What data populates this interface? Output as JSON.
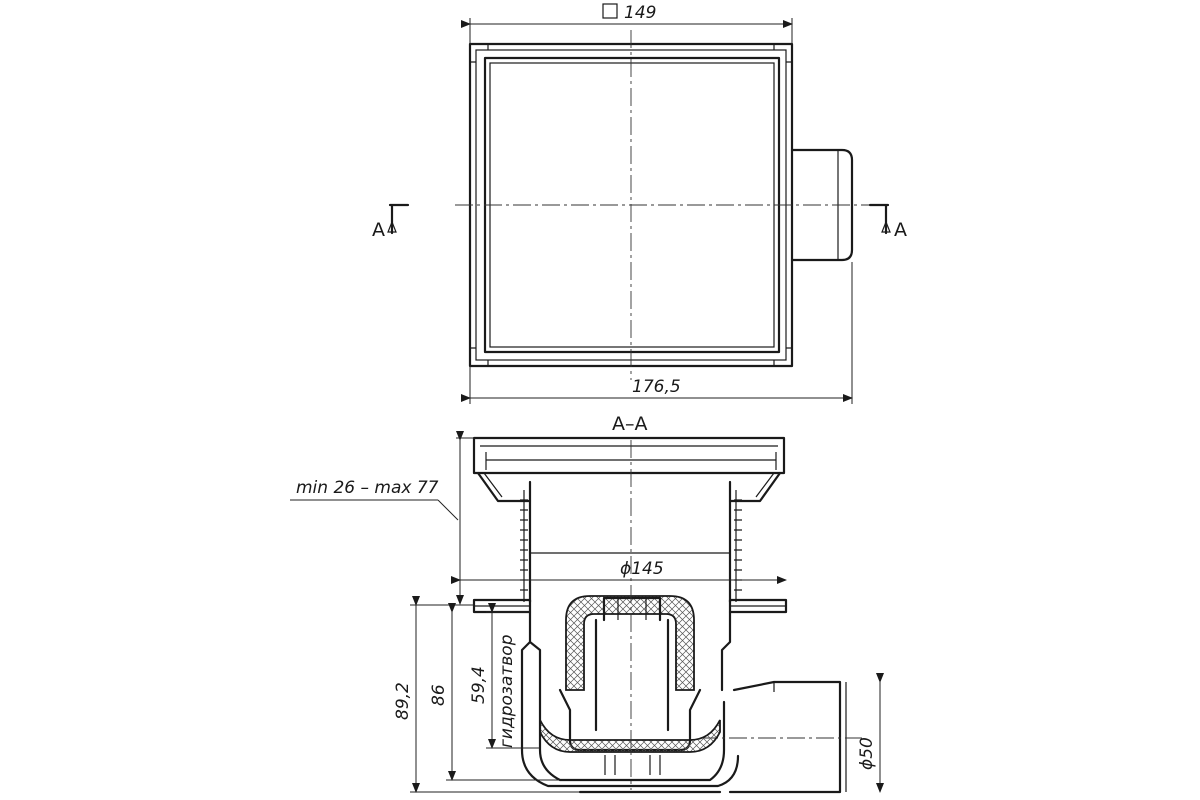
{
  "plan_view": {
    "dim_inner_square": "149",
    "dim_overall_width": "176,5",
    "section_mark_left": "A",
    "section_mark_right": "A"
  },
  "section_view": {
    "title": "A–A",
    "dim_adjust_range": "min 26 – max 77",
    "dim_flange_diameter": "145",
    "dim_outlet_diameter": "50",
    "dim_total_height": "89,2",
    "dim_body_height": "86",
    "dim_trap_height": "59,4",
    "label_water_seal": "гидрозатвор"
  }
}
